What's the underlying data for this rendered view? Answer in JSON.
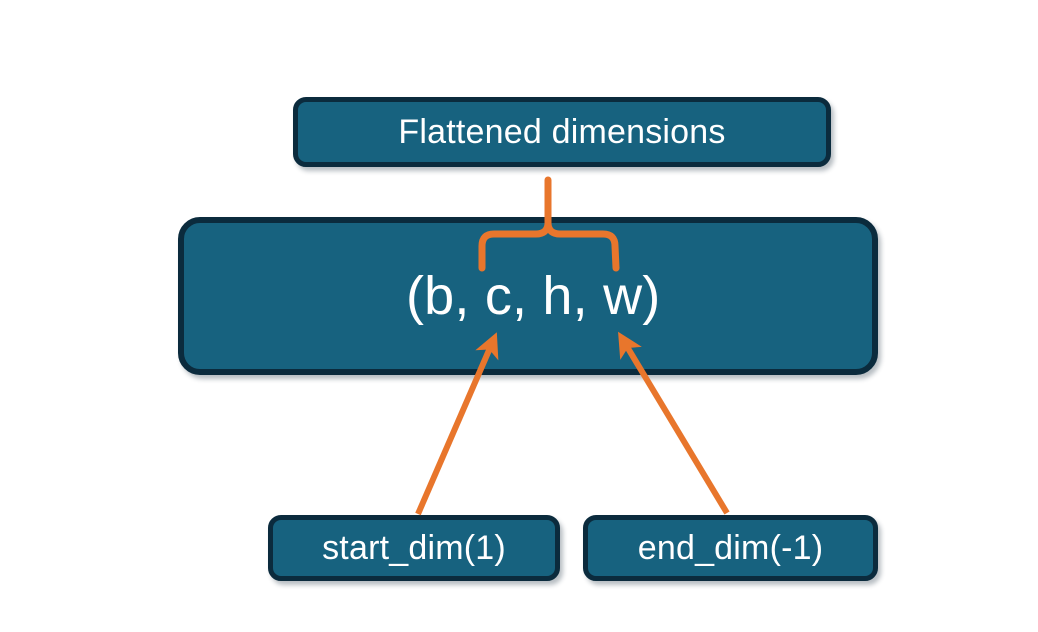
{
  "diagram": {
    "title": "Flatten start_dim and end_dim over tensor shape",
    "background_color": "#ffffff",
    "palette": {
      "box_fill": "#17627f",
      "box_border": "#0b2b3d",
      "box_text": "#ffffff",
      "connector": "#e8762c"
    },
    "nodes": [
      {
        "id": "flattened",
        "label": "Flattened dimensions",
        "role": "annotation-box-top"
      },
      {
        "id": "shape",
        "label": "(b, c, h, w)",
        "role": "tensor-shape-box"
      },
      {
        "id": "start_dim",
        "label": "start_dim(1)",
        "role": "parameter-box-left"
      },
      {
        "id": "end_dim",
        "label": "end_dim(-1)",
        "role": "parameter-box-right"
      }
    ],
    "connectors": [
      {
        "id": "brace-flattened",
        "type": "curly-brace",
        "color": "#e8762c",
        "from": "shape",
        "to": "flattened",
        "spans": "c, h, w"
      },
      {
        "id": "arrow-start-dim",
        "type": "arrow",
        "color": "#e8762c",
        "from": "start_dim",
        "to": "shape",
        "points_at": "c"
      },
      {
        "id": "arrow-end-dim",
        "type": "arrow",
        "color": "#e8762c",
        "from": "end_dim",
        "to": "shape",
        "points_at": "w"
      }
    ]
  }
}
